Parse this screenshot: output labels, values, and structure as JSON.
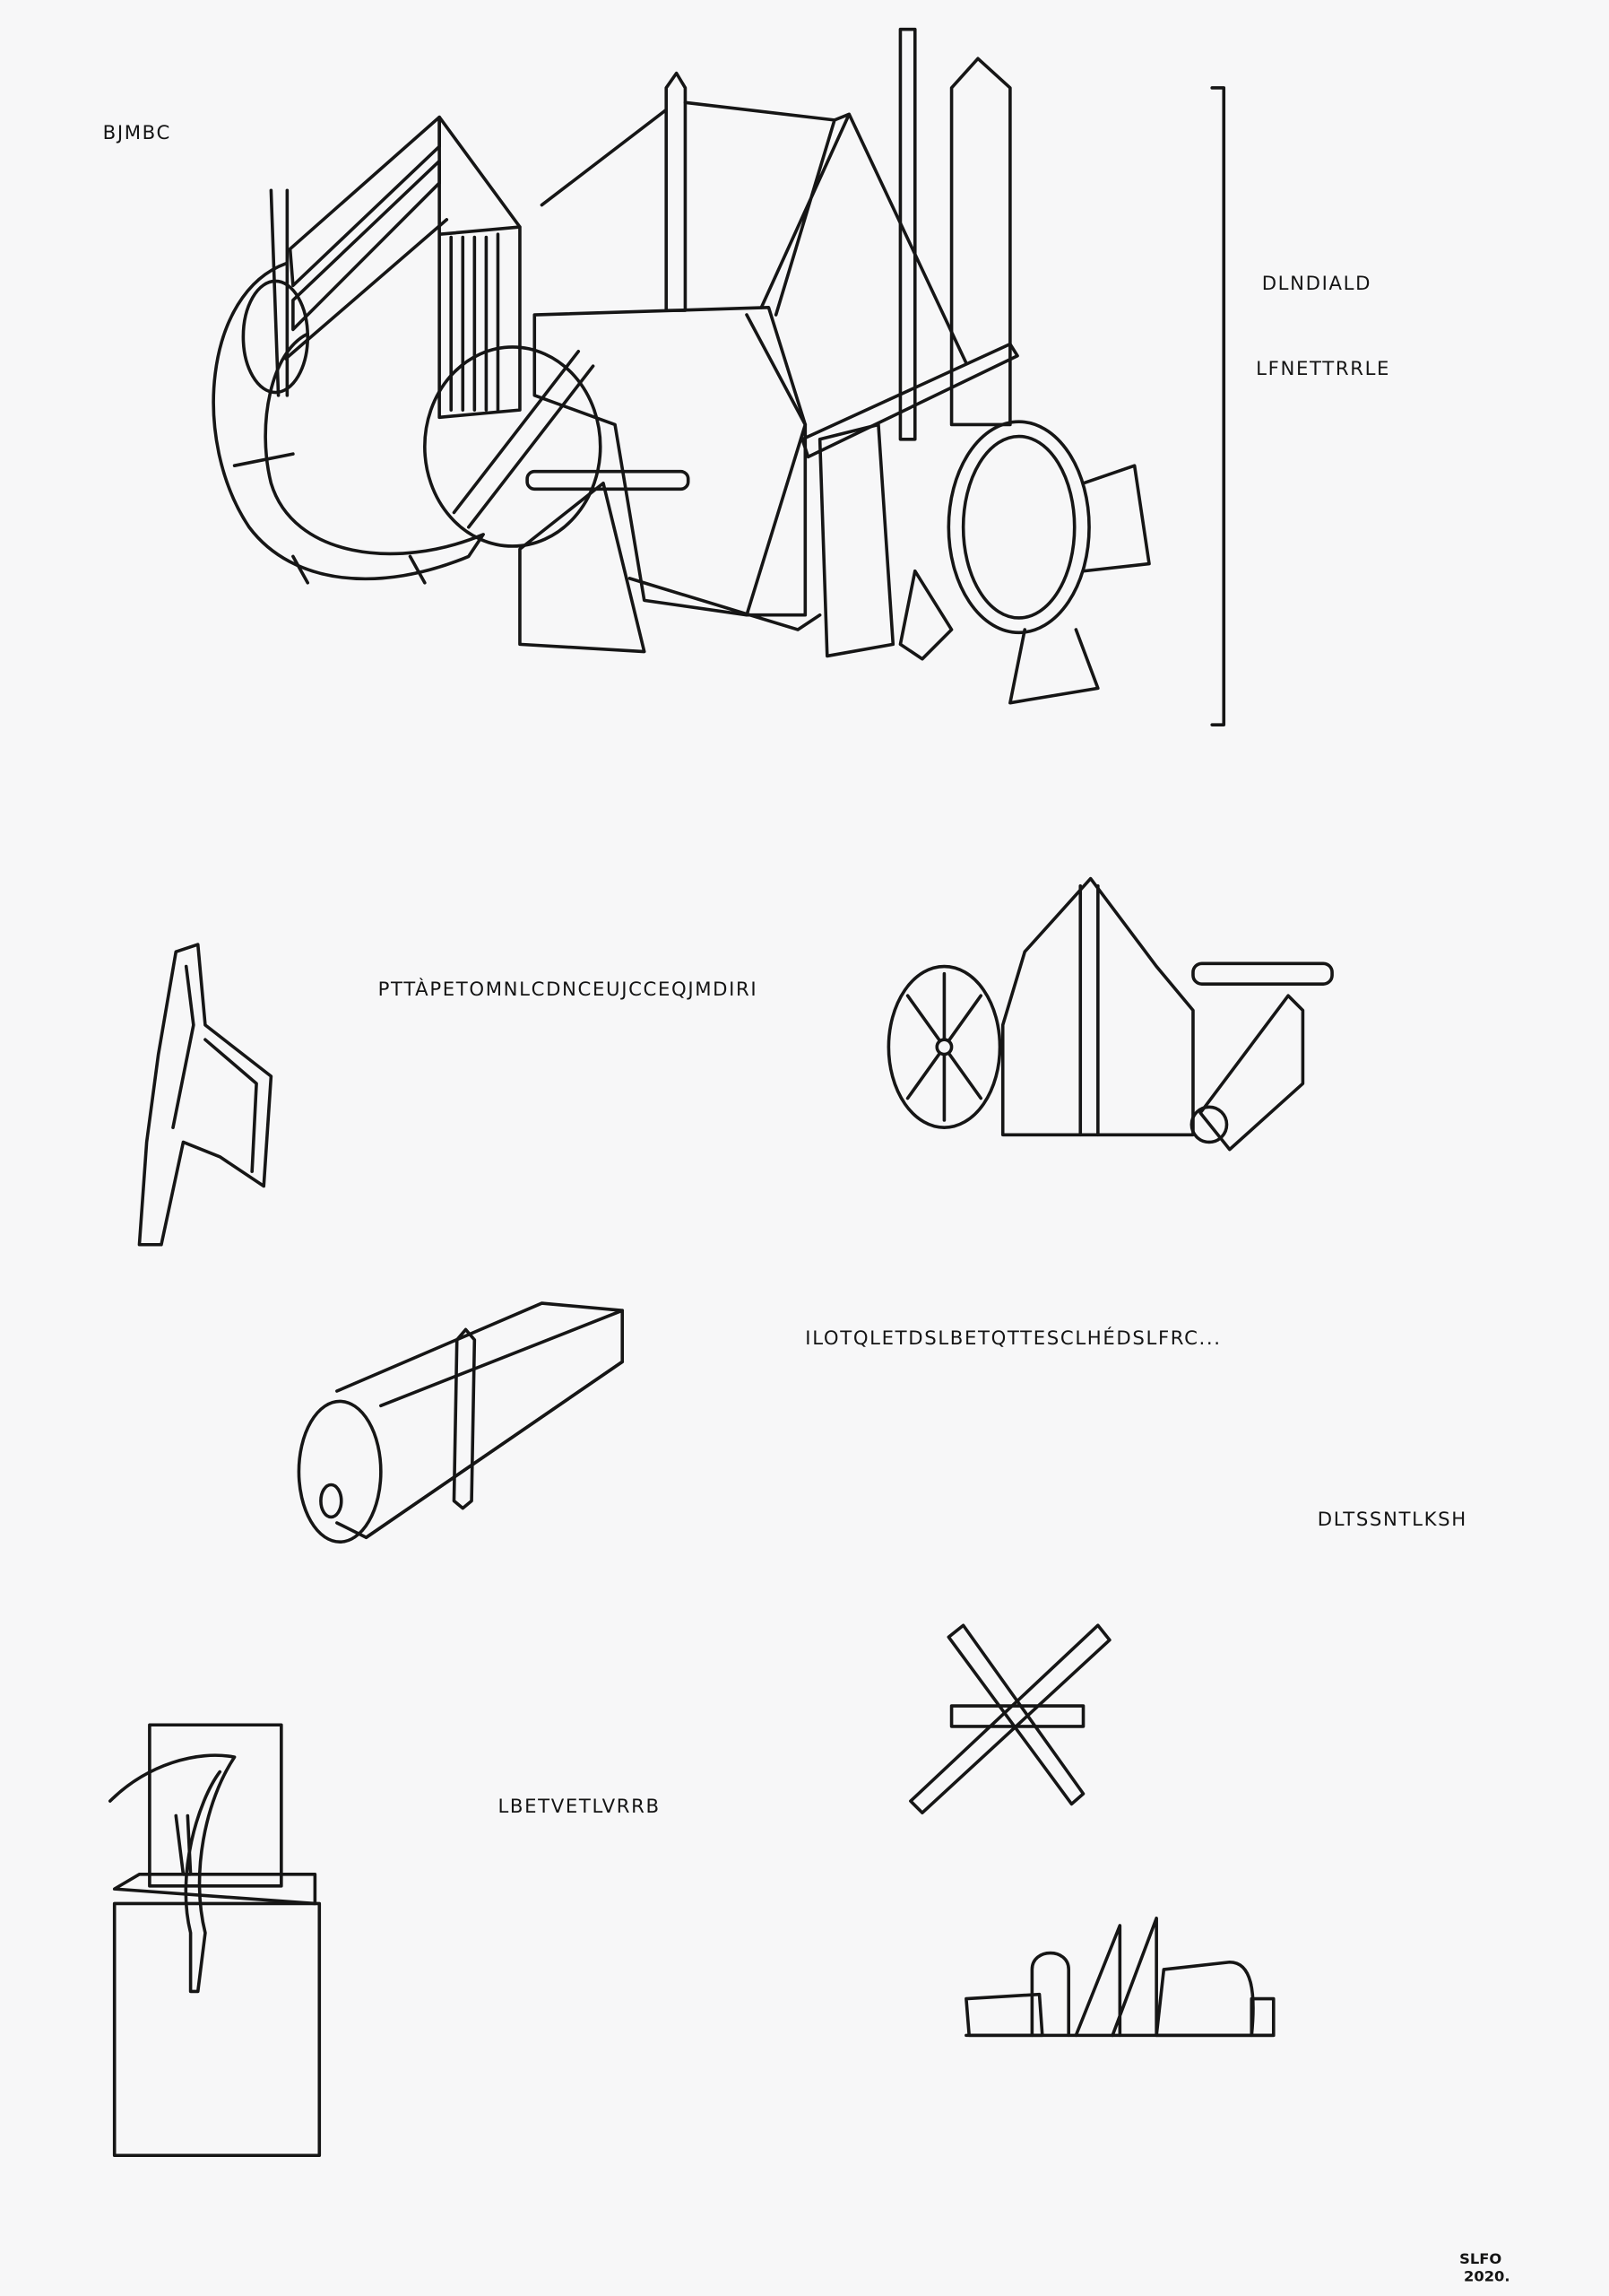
{
  "labels": {
    "top_left": "BJMBC",
    "right_1": "DLNDIALD",
    "right_2": "LFNETTRRLE",
    "middle_1": "PTTÀPETOMNLCDNCEUJCCEQJMDIRI",
    "middle_2": "ILOTQLETDSLBETQTTESCLHÉDSLFRC...",
    "middle_3": "DLTSSNTLKSH",
    "lower_left": "LBETVETLVRRB"
  },
  "signature": {
    "name": "SLFO",
    "year": "2020."
  },
  "colors": {
    "paper": "#f7f7f8",
    "ink": "#161616"
  }
}
